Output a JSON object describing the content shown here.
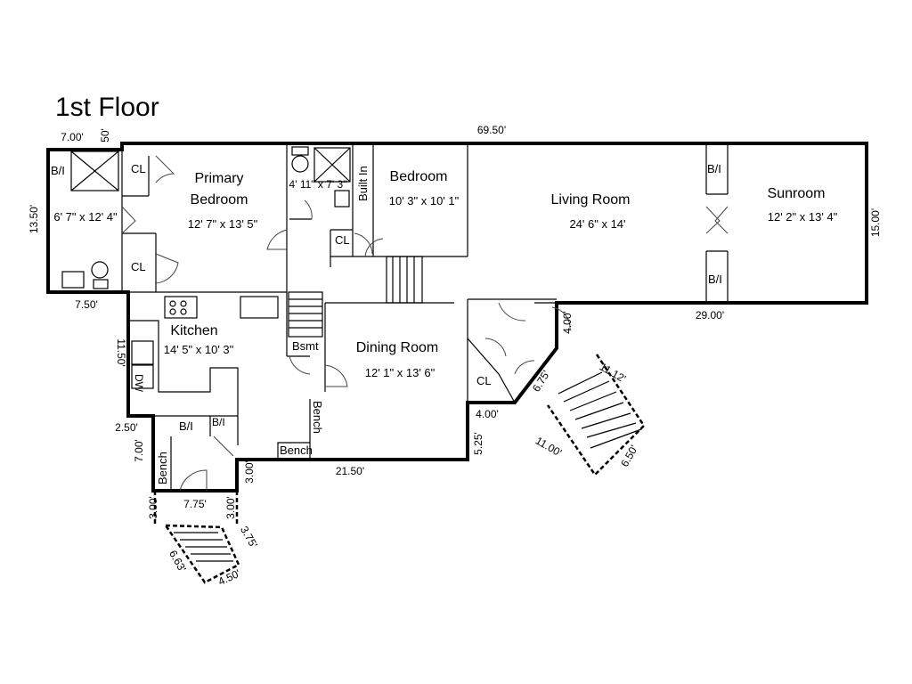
{
  "title": "1st Floor",
  "rooms": {
    "primary_bedroom": {
      "name_line1": "Primary",
      "name_line2": "Bedroom",
      "size": "12' 7\" x 13' 5\""
    },
    "bedroom": {
      "name": "Bedroom",
      "size": "10' 3\" x 10' 1\""
    },
    "living_room": {
      "name": "Living Room",
      "size": "24' 6\" x 14'"
    },
    "sunroom": {
      "name": "Sunroom",
      "size": "12' 2\" x 13' 4\""
    },
    "kitchen": {
      "name": "Kitchen",
      "size": "14' 5\" x 10' 3\""
    },
    "dining_room": {
      "name": "Dining Room",
      "size": "12' 1\" x 13' 6\""
    },
    "primary_bath": {
      "size": "6' 7\" x 12' 4\""
    },
    "bath2": {
      "size": "4' 11\" x 7' 3\""
    }
  },
  "labels": {
    "cl": "CL",
    "bi": "B/I",
    "built_in": "Built In",
    "bsmt": "Bsmt",
    "bench": "Bench",
    "dw": "DW"
  },
  "dimensions": {
    "total_width": "69.50'",
    "left_top": "7.00'",
    "left_top_small": "50'",
    "left_side": "13.50'",
    "left_bottom": "7.50'",
    "kitchen_side": "11.50'",
    "step_in": "2.50'",
    "entry_side": "7.00'",
    "entry_right": "3.00'",
    "bottom_middle": "21.50'",
    "dining_right": "5.25'",
    "cl_bottom": "4.00'",
    "living_bottom": "29.00'",
    "sun_side": "15.00'",
    "bump_side": "4.00'",
    "angle": "6.75'",
    "stair_top": "11.12'",
    "stair_bottom": "11.00'",
    "stair_end": "6.50'",
    "entry_left_out": "3.00'",
    "entry_width": "7.75'",
    "entry_right_out": "3.00'",
    "porch_top": "3.75'",
    "porch_left": "6.63'",
    "porch_bottom": "4.50'"
  }
}
